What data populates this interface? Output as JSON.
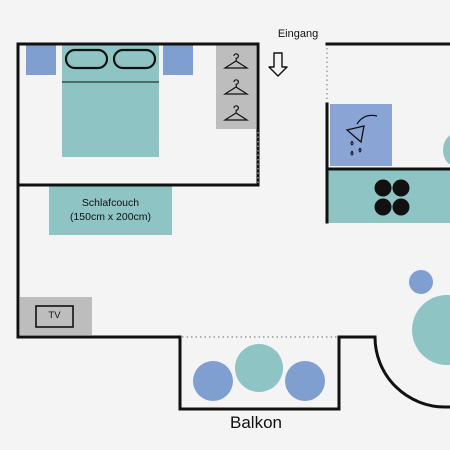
{
  "labels": {
    "entrance": "Eingang",
    "sofa_bed_title": "Schlafcouch",
    "sofa_bed_size": "(150cm x 200cm)",
    "tv": "TV",
    "balcony": "Balkon"
  },
  "colors": {
    "background": "#f4f4f4",
    "wall": "#111111",
    "bed_teal": "#8ec5c4",
    "pillow_blue": "#7f9fd0",
    "wardrobe_grey": "#bdbdbd",
    "shower_blue": "#8aa4d6",
    "counter_teal": "#8ec5c4",
    "burner_black": "#111111",
    "tv_grey": "#bdbdbd",
    "door_dotted": "#999999"
  },
  "icons": {
    "entrance_arrow": "arrow-down-icon",
    "hanger": "hanger-icon",
    "shower": "shower-icon",
    "stove_burner": "burner-icon"
  }
}
